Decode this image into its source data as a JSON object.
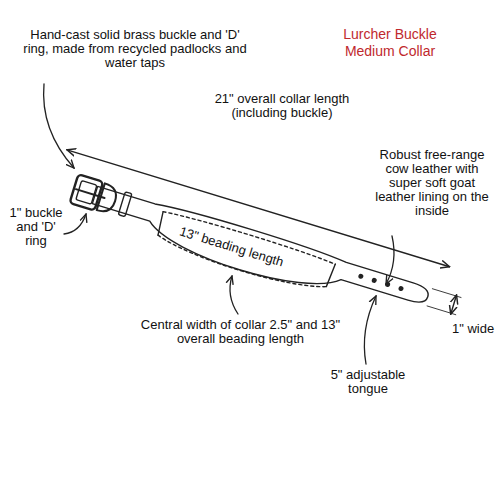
{
  "diagram": {
    "title": "Lurcher Buckle Medium Collar",
    "labels": [
      "Hand-cast solid brass buckle and 'D' ring, made from recycled padlocks and water taps",
      "21\" overall collar length (including buckle)",
      "1\" buckle and 'D' ring",
      "13\" beading length",
      "Robust free-range cow leather with super soft goat leather lining on the inside",
      "1\" wide",
      "Central width of collar 2.5\" and 13\" overall beading length",
      "5\" adjustable tongue"
    ]
  }
}
